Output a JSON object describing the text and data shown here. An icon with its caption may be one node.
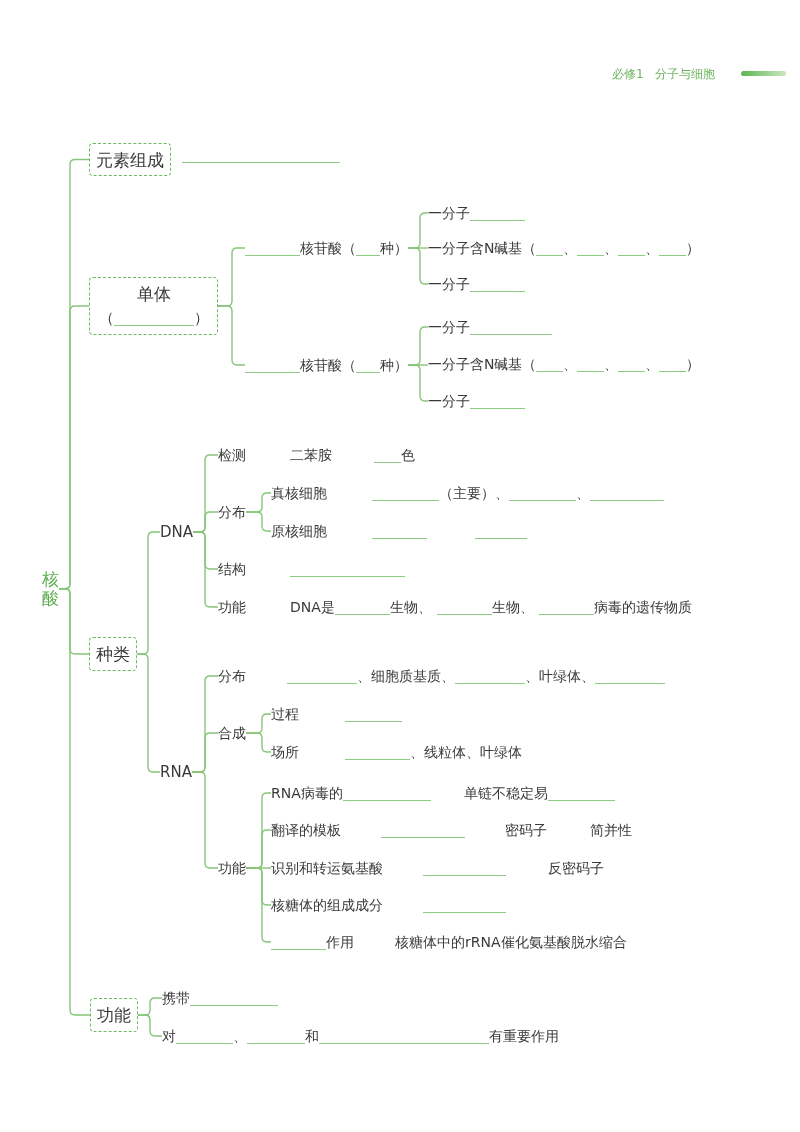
{
  "diagram": {
    "nodes": [
      {
        "text": [
          "核酸"
        ]
      },
      {
        "text": [
          "元素组成"
        ]
      },
      {
        "text": [
          "单体",
          "（",
          "）"
        ]
      },
      {
        "text": [
          "核苷酸（",
          "种）"
        ]
      },
      {
        "text": [
          "一分子"
        ]
      },
      {
        "text": [
          "一分子含N碱基（",
          "、",
          "、",
          "、",
          "）"
        ]
      },
      {
        "text": [
          "一分子"
        ]
      },
      {
        "text": [
          "核苷酸（",
          "种）"
        ]
      },
      {
        "text": [
          "一分子"
        ]
      },
      {
        "text": [
          "一分子含N碱基（",
          "、",
          "、",
          "、",
          "）"
        ]
      },
      {
        "text": [
          "一分子"
        ]
      },
      {
        "text": [
          "种类"
        ]
      },
      {
        "text": [
          "DNA"
        ]
      },
      {
        "text": [
          "检测"
        ]
      },
      {
        "text": [
          "分布"
        ]
      },
      {
        "text": [
          "真核细胞"
        ]
      },
      {
        "text": [
          "原核细胞"
        ]
      },
      {
        "text": [
          "结构"
        ]
      },
      {
        "text": [
          "功能"
        ]
      },
      {
        "text": [
          "RNA"
        ]
      },
      {
        "text": [
          "分布"
        ]
      },
      {
        "text": [
          "合成"
        ]
      },
      {
        "text": [
          "过程"
        ]
      },
      {
        "text": [
          "场所"
        ]
      },
      {
        "text": [
          "功能"
        ]
      },
      {
        "text": [
          "RNA病毒的"
        ]
      },
      {
        "text": [
          "翻译的模板"
        ]
      },
      {
        "text": [
          "识别和转运氨基酸"
        ]
      },
      {
        "text": [
          "核糖体的组成成分"
        ]
      },
      {
        "text": [
          "作用"
        ]
      },
      {
        "text": [
          "功能"
        ]
      },
      {
        "text": [
          "携带"
        ]
      },
      {
        "text": [
          "对",
          "、",
          "和",
          "有重要作用"
        ]
      }
    ],
    "edges": [
      {
        "from": 0,
        "to": 1,
        "arrow": "none"
      },
      {
        "from": 0,
        "to": 2,
        "arrow": "none"
      },
      {
        "from": 0,
        "to": 11,
        "arrow": "none"
      },
      {
        "from": 0,
        "to": 30,
        "arrow": "none"
      },
      {
        "from": 2,
        "to": 3,
        "arrow": "none"
      },
      {
        "from": 2,
        "to": 7,
        "arrow": "none"
      },
      {
        "from": 3,
        "to": 4,
        "arrow": "none"
      },
      {
        "from": 3,
        "to": 5,
        "arrow": "none"
      },
      {
        "from": 3,
        "to": 6,
        "arrow": "none"
      },
      {
        "from": 7,
        "to": 8,
        "arrow": "none"
      },
      {
        "from": 7,
        "to": 9,
        "arrow": "none"
      },
      {
        "from": 7,
        "to": 10,
        "arrow": "none"
      },
      {
        "from": 11,
        "to": 12,
        "arrow": "none"
      },
      {
        "from": 11,
        "to": 19,
        "arrow": "none"
      },
      {
        "from": 12,
        "to": 13,
        "arrow": "none"
      },
      {
        "from": 12,
        "to": 14,
        "arrow": "none"
      },
      {
        "from": 12,
        "to": 17,
        "arrow": "none"
      },
      {
        "from": 12,
        "to": 18,
        "arrow": "none"
      },
      {
        "from": 14,
        "to": 15,
        "arrow": "none"
      },
      {
        "from": 14,
        "to": 16,
        "arrow": "none"
      },
      {
        "from": 19,
        "to": 20,
        "arrow": "none"
      },
      {
        "from": 19,
        "to": 21,
        "arrow": "none"
      },
      {
        "from": 19,
        "to": 24,
        "arrow": "none"
      },
      {
        "from": 21,
        "to": 22,
        "arrow": "none"
      },
      {
        "from": 21,
        "to": 23,
        "arrow": "none"
      },
      {
        "from": 24,
        "to": 25,
        "arrow": "none"
      },
      {
        "from": 24,
        "to": 26,
        "arrow": "none"
      },
      {
        "from": 24,
        "to": 27,
        "arrow": "none"
      },
      {
        "from": 24,
        "to": 28,
        "arrow": "none"
      },
      {
        "from": 24,
        "to": 29,
        "arrow": "none"
      },
      {
        "from": 30,
        "to": 31,
        "arrow": "none"
      },
      {
        "from": 30,
        "to": 32,
        "arrow": "none"
      }
    ],
    "labels": [
      "必修1 分子与细胞",
      "二苯胺",
      "色",
      "（主要）、",
      "、",
      "DNA是",
      "生物、",
      "生物、",
      "病毒的遗传物质",
      "、细胞质基质、",
      "、叶绿体、",
      "、线粒体、叶绿体",
      "单链不稳定易",
      "密码子",
      "简并性",
      "反密码子",
      "核糖体中的rRNA催化氨基酸脱水缩合"
    ]
  }
}
